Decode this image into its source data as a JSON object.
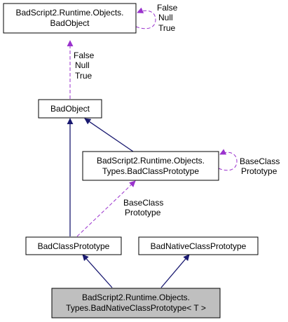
{
  "diagram": {
    "nodes": {
      "badscript_badobject": {
        "lines": [
          "BadScript2.Runtime.Objects.",
          "BadObject"
        ],
        "fill": "#ffffff"
      },
      "badobject": {
        "lines": [
          "BadObject"
        ],
        "fill": "#ffffff"
      },
      "types_badclassprototype": {
        "lines": [
          "BadScript2.Runtime.Objects.",
          "Types.BadClassPrototype"
        ],
        "fill": "#ffffff"
      },
      "badclassprototype": {
        "lines": [
          "BadClassPrototype"
        ],
        "fill": "#ffffff"
      },
      "badnativeclassprototype": {
        "lines": [
          "BadNativeClassPrototype"
        ],
        "fill": "#ffffff"
      },
      "target": {
        "lines": [
          "BadScript2.Runtime.Objects.",
          "Types.BadNativeClassPrototype< T >"
        ],
        "fill": "#bfbfbf"
      }
    },
    "edge_labels": {
      "self_badobject": [
        "False",
        "Null",
        "True"
      ],
      "badobject_to_badobject": [
        "False",
        "Null",
        "True"
      ],
      "self_classproto": [
        "BaseClass",
        "Prototype"
      ],
      "classproto_to_badclassproto": [
        "BaseClass",
        "Prototype"
      ]
    },
    "colors": {
      "inheritance": "#191970",
      "usage": "#9a32cd"
    }
  }
}
